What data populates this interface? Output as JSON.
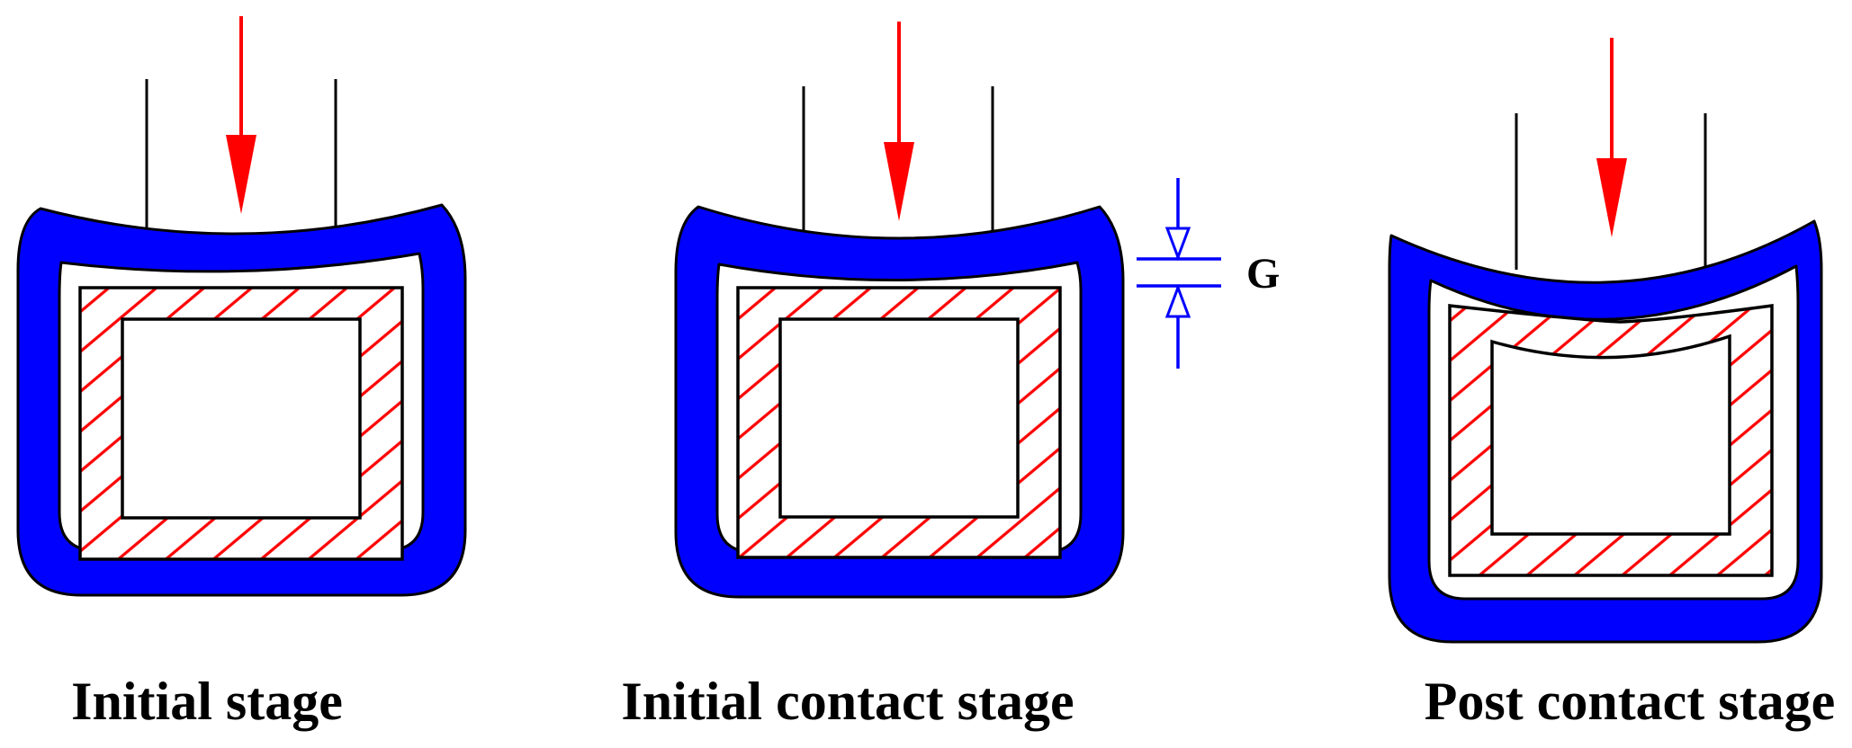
{
  "colors": {
    "frame": "#0000ff",
    "hatch": "#ff0000",
    "arrow": "#ff0000",
    "gap_marker": "#0000ff",
    "outline": "#000000",
    "background": "#ffffff"
  },
  "labels": {
    "stage1": "Initial stage",
    "stage2": "Initial contact stage",
    "stage3": "Post contact stage",
    "gap": "G"
  },
  "icons": {
    "load_arrow": "red-down-arrow-icon",
    "gap_arrows": "blue-gap-arrow-icon"
  }
}
